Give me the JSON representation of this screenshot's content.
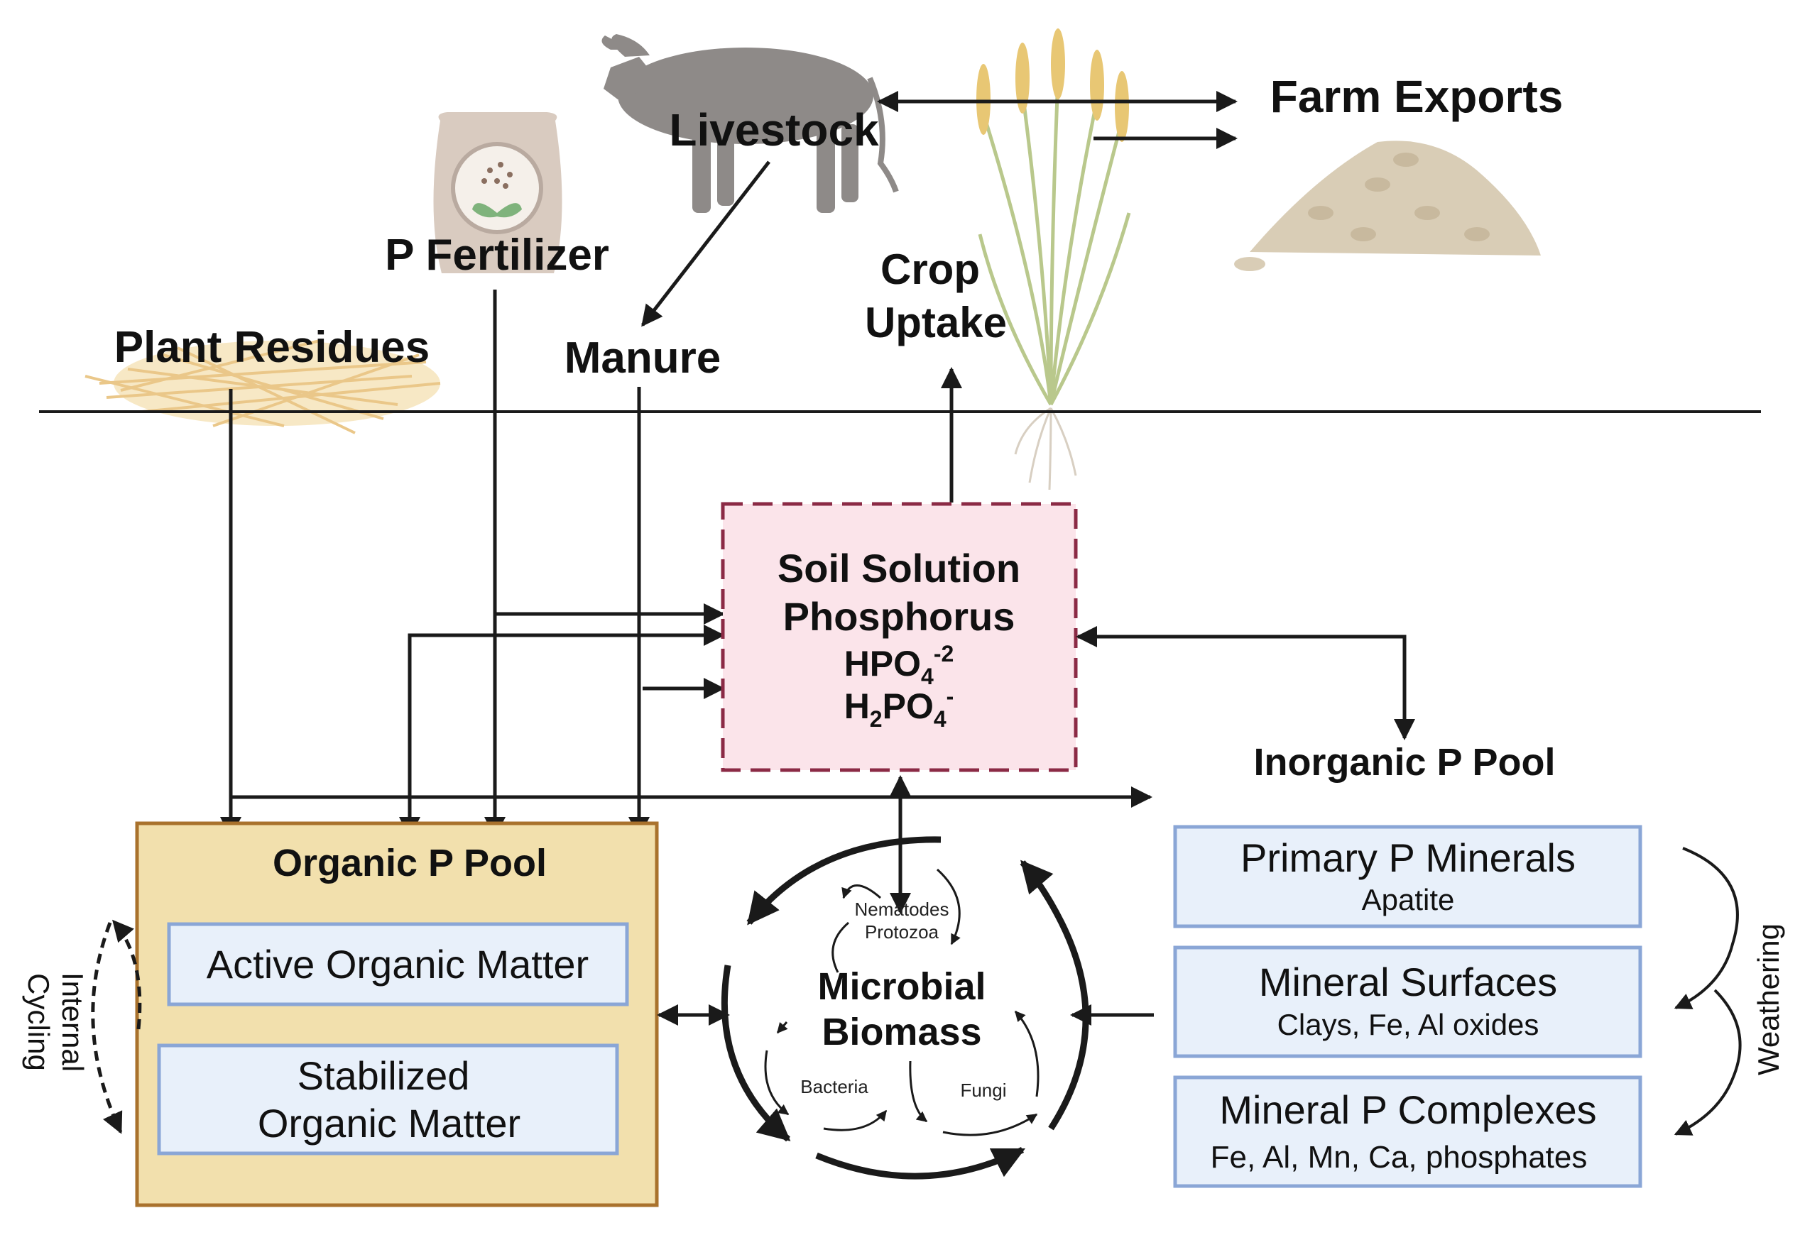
{
  "labels": {
    "livestock": "Livestock",
    "farm_exports": "Farm Exports",
    "p_fertilizer": "P Fertilizer",
    "plant_residues": "Plant Residues",
    "manure": "Manure",
    "crop_line1": "Crop",
    "crop_line2": "Uptake"
  },
  "soil_solution": {
    "line1": "Soil Solution",
    "line2": "Phosphorus",
    "hpo4_main": "HPO",
    "hpo4_sub": "4",
    "hpo4_sup": "-2",
    "h2po4_h": "H",
    "h2po4_sub2": "2",
    "h2po4_po": "PO",
    "h2po4_sub4": "4",
    "h2po4_sup": "-"
  },
  "organic_pool": {
    "title": "Organic P Pool",
    "active": "Active Organic Matter",
    "stabilized_line1": "Stabilized",
    "stabilized_line2": "Organic Matter",
    "internal_line1": "Internal",
    "internal_line2": "Cycling"
  },
  "microbial": {
    "line1": "Microbial",
    "line2": "Biomass",
    "nematodes": "Nematodes",
    "protozoa": "Protozoa",
    "bacteria": "Bacteria",
    "fungi": "Fungi"
  },
  "inorganic_pool": {
    "title": "Inorganic P Pool",
    "primary_title": "Primary P Minerals",
    "primary_sub": "Apatite",
    "surfaces_title": "Mineral Surfaces",
    "surfaces_sub": "Clays, Fe, Al oxides",
    "complexes_title": "Mineral P Complexes",
    "complexes_sub": "Fe, Al, Mn, Ca, phosphates",
    "weathering": "Weathering"
  },
  "colors": {
    "soil_box_fill": "#fbe4ea",
    "soil_box_border": "#8b2a45",
    "organic_fill": "#f2e0ad",
    "organic_border": "#a9722d",
    "subbox_fill": "#e8f0fa",
    "subbox_border": "#8aa6d6",
    "arrow": "#1a1a1a",
    "cow": "#8e8a88",
    "straw": "#e8c27d",
    "wheat": "#e8c774",
    "grain": "#d9cdb6"
  },
  "icons": [
    "cow-icon",
    "fertilizer-bag-icon",
    "straw-pile-icon",
    "wheat-plant-icon",
    "grain-pile-icon"
  ]
}
